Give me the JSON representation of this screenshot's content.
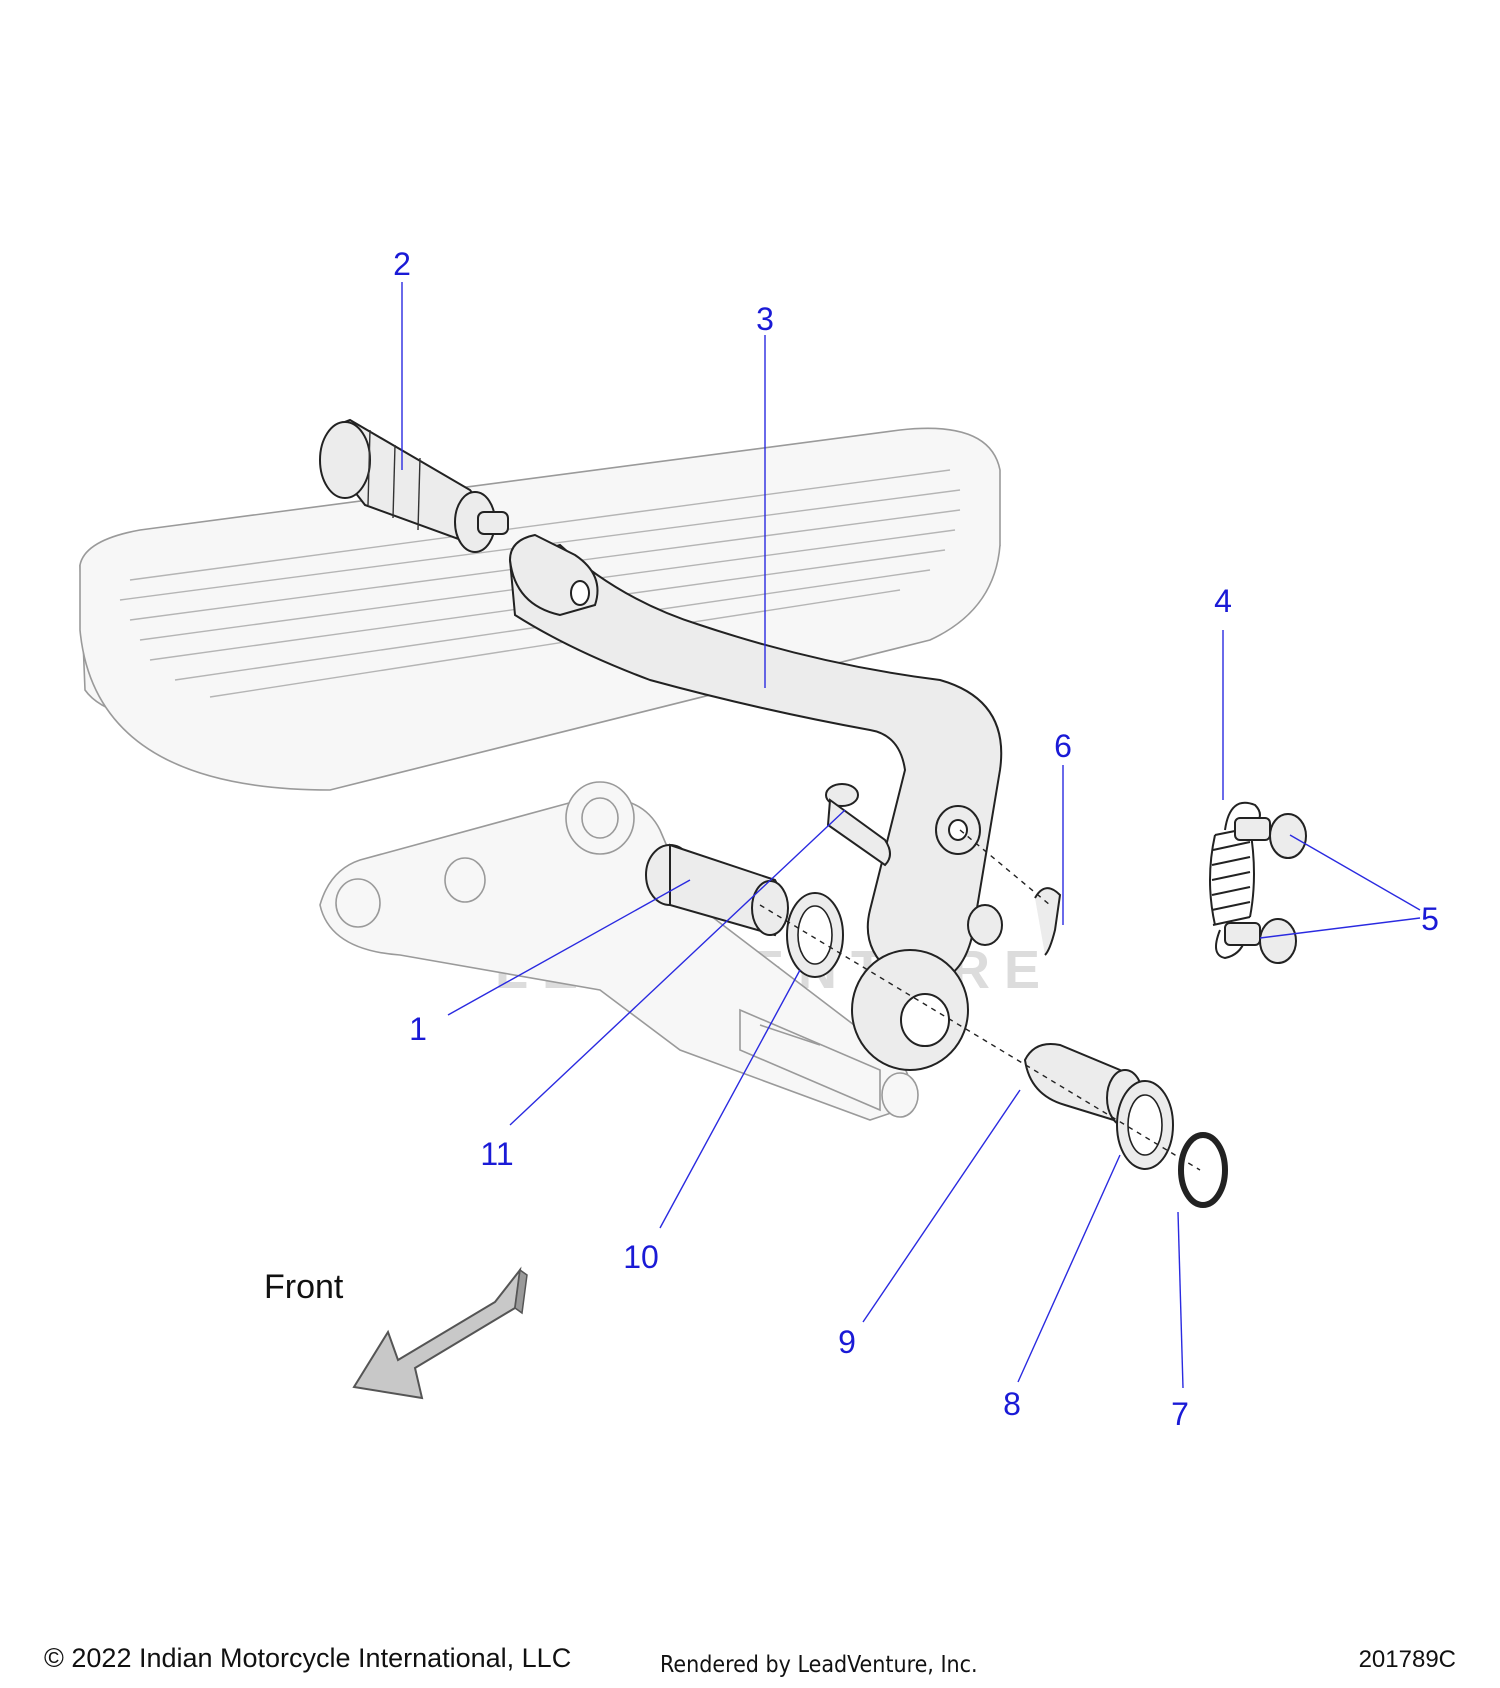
{
  "callouts": [
    "1",
    "2",
    "3",
    "4",
    "5",
    "6",
    "7",
    "8",
    "9",
    "10",
    "11"
  ],
  "front_label": "Front",
  "watermark": "LEADVENTURE",
  "footer": {
    "copyright": "© 2022 Indian Motorcycle International, LLC",
    "rendered_by": "Rendered by LeadVenture, Inc.",
    "diagram_code": "201789C"
  }
}
